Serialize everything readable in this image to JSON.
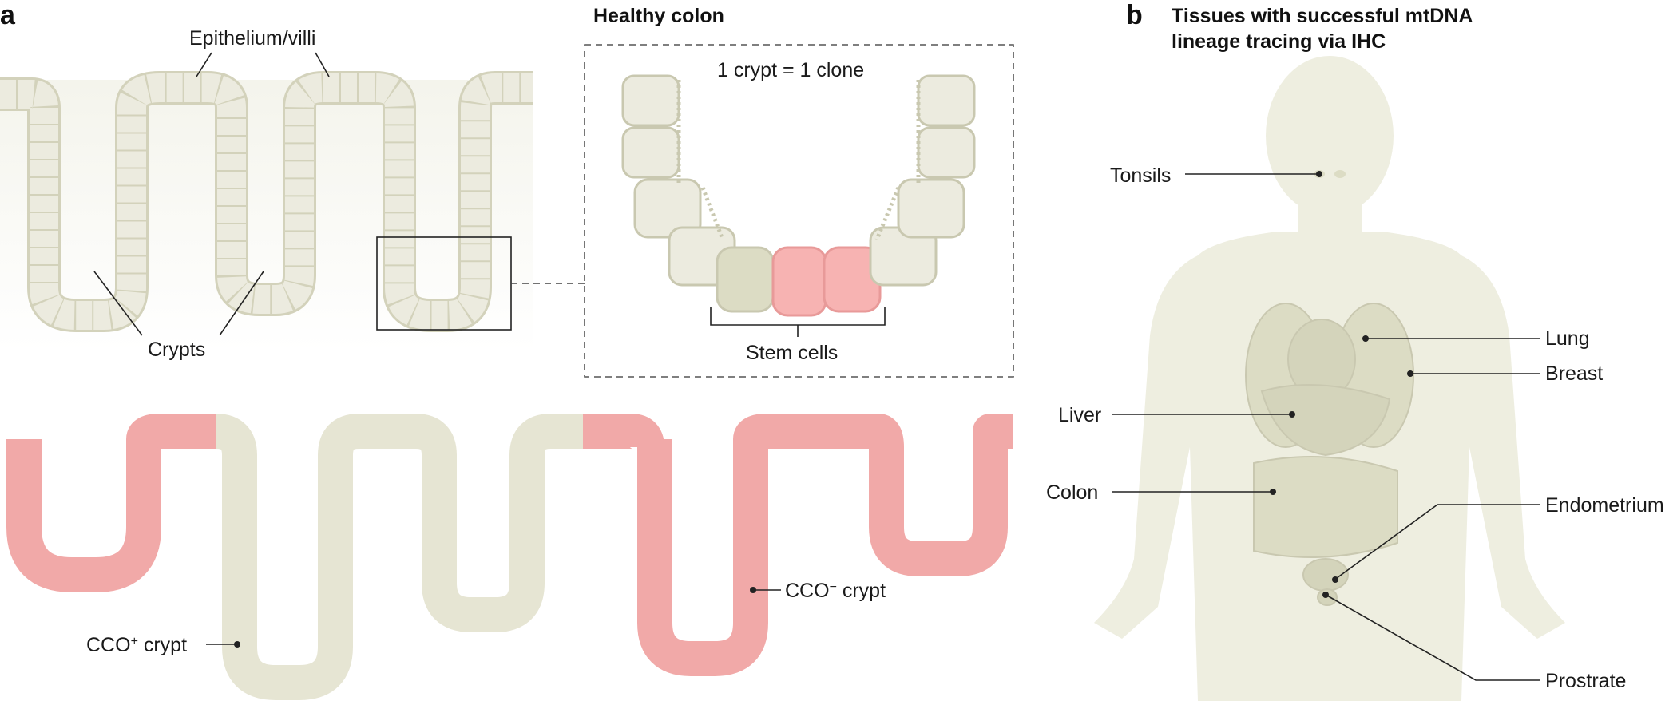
{
  "panel_a": {
    "letter": "a",
    "epithelium_label": "Epithelium/villi",
    "crypts_label": "Crypts",
    "inset": {
      "title": "Healthy colon",
      "crypt_clone_label": "1 crypt = 1 clone",
      "stem_cells_label": "Stem cells"
    },
    "cco_pos_label": "CCO",
    "cco_pos_sup": "+",
    "cco_neg_label": "CCO",
    "cco_neg_sup": "−",
    "crypt_word": " crypt"
  },
  "panel_b": {
    "letter": "b",
    "title_line1": "Tissues with successful mtDNA",
    "title_line2": "lineage tracing via IHC",
    "tissues": {
      "tonsils": "Tonsils",
      "lung": "Lung",
      "breast": "Breast",
      "liver": "Liver",
      "colon": "Colon",
      "endometrium": "Endometrium",
      "prostrate": "Prostrate"
    }
  },
  "colors": {
    "cell_fill": "#ecebdf",
    "cell_stroke": "#c9c8b0",
    "pink_fill": "#f7b3b2",
    "pink_stroke": "#e89a99",
    "body_fill": "#eeeee0",
    "organ_fill": "#dcdcc4"
  }
}
